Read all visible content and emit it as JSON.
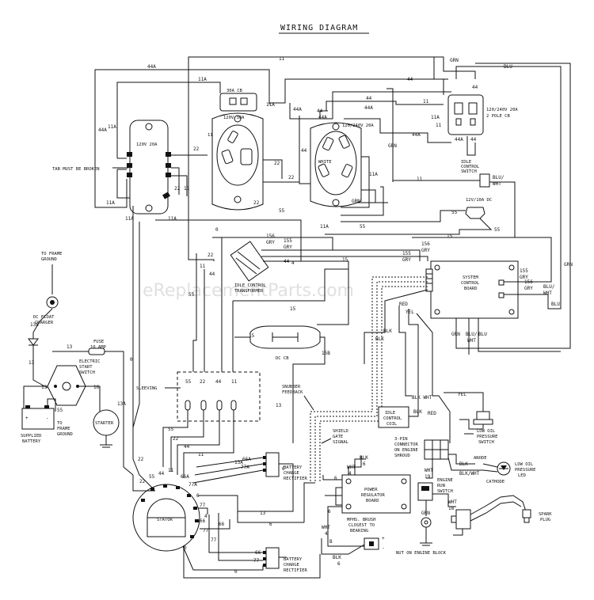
{
  "title": "WIRING DIAGRAM",
  "watermark": "eReplacementParts.com",
  "components": {
    "receptacle_120v_20a": "120V 20A",
    "cb_30a": "30A CB",
    "receptacle_120v_30a": "120V 30A",
    "receptacle_120_240v_20a": "120/240V 20A",
    "cb_2pole_line1": "120/240V 20A",
    "cb_2pole_line2": "2 POLE CB",
    "tab_note": "TAB MUST BE BROKEN",
    "idle_switch_line1": "IDLE",
    "idle_switch_line2": "CONTROL",
    "idle_switch_line3": "SWITCH",
    "dc_12v": "12V/10A DC",
    "to_frame_ground_1a": "TO FRAME",
    "to_frame_ground_1b": "GROUND",
    "dc_float_line1": "DC FLOAT",
    "dc_float_line2": "CHARGER",
    "idle_xfmr_line1": "IDLE CONTROL",
    "idle_xfmr_line2": "TRANSFORMER",
    "scb_line1": "SYSTEM",
    "scb_line2": "CONTROL",
    "scb_line3": "BOARD",
    "fuse_line1": "FUSE",
    "fuse_line2": "10 AMP",
    "ess_line1": "ELECTRIC",
    "ess_line2": "START",
    "ess_line3": "SWITCH",
    "dc_cb": "DC CB",
    "sleeving": "SLEEVING",
    "snubber_line1": "SNUBBER",
    "snubber_line2": "FEEDBACK",
    "idle_coil_line1": "IDLE",
    "idle_coil_line2": "CONTROL",
    "idle_coil_line3": "COIL",
    "lop_line1": "LOW OIL",
    "lop_line2": "PRESSURE",
    "lop_line3": "SWITCH",
    "shield_line1": "SHIELD",
    "shield_line2": "GATE",
    "shield_line3": "SIGNAL",
    "connector_line1": "3-PIN",
    "connector_line2": "CONNECTOR",
    "connector_line3": "ON ENGINE",
    "connector_line4": "SHROUD",
    "anode": "ANODE",
    "cathode": "CATHODE",
    "led_line1": "LOW OIL",
    "led_line2": "PRESSURE",
    "led_line3": "LED",
    "supplied_line1": "SUPPLIED",
    "supplied_line2": "BATTERY",
    "to_frame_ground_2a": "TO",
    "to_frame_ground_2b": "FRAME",
    "to_frame_ground_2c": "GROUND",
    "starter": "STARTER",
    "bcr1_line1": "BATTERY",
    "bcr1_line2": "CHARGE",
    "bcr1_line3": "RECTIFIER",
    "prb_line1": "POWER",
    "prb_line2": "REGULATOR",
    "prb_line3": "BOARD",
    "ers_line1": "ENGINE",
    "ers_line2": "RUN",
    "ers_line3": "SWITCH",
    "spark_line1": "SPARK",
    "spark_line2": "PLUG",
    "stator": "STATOR",
    "brush_line1": "MPHS. BRUSH",
    "brush_line2": "CLOSEST TO",
    "brush_line3": "BEARING",
    "nut": "NUT ON ENGINE BLOCK",
    "bcr2_line1": "BATTERY",
    "bcr2_line2": "CHARGE",
    "bcr2_line3": "RECTIFIER",
    "white": "WHITE",
    "b_label": "B"
  },
  "wire_labels": {
    "w11": "11",
    "w11a": "11A",
    "w44": "44",
    "w44a": "44A",
    "w22": "22",
    "w55": "55",
    "w0": "0",
    "w13": "13",
    "w13a": "13A",
    "w15": "15",
    "w15b": "15B",
    "w6": "6",
    "w4": "4",
    "w66": "66",
    "w66a": "66A",
    "w77": "77",
    "w77a": "77A",
    "w156": "156",
    "w155": "155",
    "w18": "18",
    "w16": "16",
    "w19": "19",
    "w138": "138",
    "grn": "GRN",
    "blu": "BLU",
    "blu_wht": "BLU/",
    "wht": "WHT",
    "gry": "GRY",
    "red": "RED",
    "yel": "YEL",
    "blk": "BLK",
    "blk_wht": "BLK/WHT",
    "blkwht_short": "BLK WHT",
    "plus": "+",
    "minus": "-"
  }
}
